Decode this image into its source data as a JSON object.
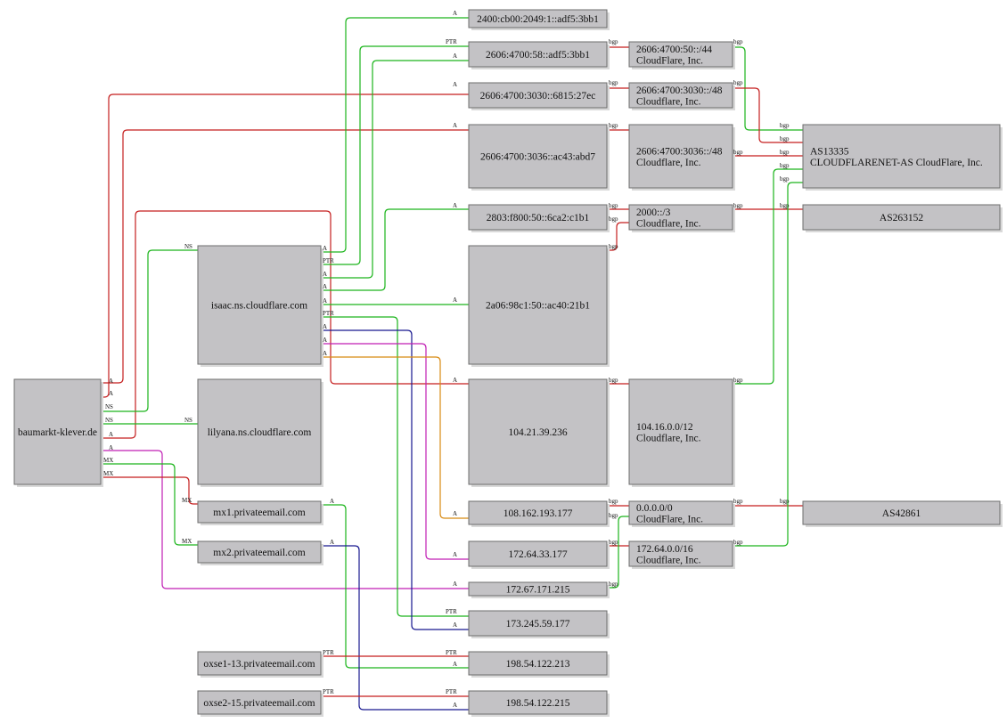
{
  "colors": {
    "A": "#1cb51c",
    "PTR": "#1cb51c",
    "NS": "#1cb51c",
    "MX": "#c51f1f",
    "bgp": "#c51f1f",
    "red": "#c51f1f",
    "green": "#1cb51c",
    "blue": "#17178f",
    "magenta": "#c01fb4",
    "orange": "#d88a12"
  },
  "nodes": [
    {
      "id": "baumarkt",
      "lines": [
        "baumarkt-klever.de"
      ]
    },
    {
      "id": "isaac",
      "lines": [
        "isaac.ns.cloudflare.com"
      ]
    },
    {
      "id": "lilyana",
      "lines": [
        "lilyana.ns.cloudflare.com"
      ]
    },
    {
      "id": "mx1",
      "lines": [
        "mx1.privateemail.com"
      ]
    },
    {
      "id": "mx2",
      "lines": [
        "mx2.privateemail.com"
      ]
    },
    {
      "id": "oxse1",
      "lines": [
        "oxse1-13.privateemail.com"
      ]
    },
    {
      "id": "oxse2",
      "lines": [
        "oxse2-15.privateemail.com"
      ]
    },
    {
      "id": "ip2400",
      "lines": [
        "2400:cb00:2049:1::adf5:3bb1"
      ]
    },
    {
      "id": "ip2606a",
      "lines": [
        "2606:4700:58::adf5:3bb1"
      ]
    },
    {
      "id": "ip2606b",
      "lines": [
        "2606:4700:3030::6815:27ec"
      ]
    },
    {
      "id": "ip2606c",
      "lines": [
        "2606:4700:3036::ac43:abd7"
      ]
    },
    {
      "id": "ip2803",
      "lines": [
        "2803:f800:50::6ca2:c1b1"
      ]
    },
    {
      "id": "ip2a06",
      "lines": [
        "2a06:98c1:50::ac40:21b1"
      ]
    },
    {
      "id": "ip104",
      "lines": [
        "104.21.39.236"
      ]
    },
    {
      "id": "ip108",
      "lines": [
        "108.162.193.177"
      ]
    },
    {
      "id": "ip172a",
      "lines": [
        "172.64.33.177"
      ]
    },
    {
      "id": "ip172b",
      "lines": [
        "172.67.171.215"
      ]
    },
    {
      "id": "ip173",
      "lines": [
        "173.245.59.177"
      ]
    },
    {
      "id": "ip198a",
      "lines": [
        "198.54.122.213"
      ]
    },
    {
      "id": "ip198b",
      "lines": [
        "198.54.122.215"
      ]
    },
    {
      "id": "net44",
      "lines": [
        "2606:4700:50::/44",
        "CloudFlare, Inc."
      ]
    },
    {
      "id": "net3030",
      "lines": [
        "2606:4700:3030::/48",
        "Cloudflare, Inc."
      ]
    },
    {
      "id": "net3036",
      "lines": [
        "2606:4700:3036::/48",
        "Cloudflare, Inc."
      ]
    },
    {
      "id": "net2000",
      "lines": [
        "2000::/3",
        "Cloudflare, Inc."
      ]
    },
    {
      "id": "net104",
      "lines": [
        "104.16.0.0/12",
        "Cloudflare, Inc."
      ]
    },
    {
      "id": "net0",
      "lines": [
        "0.0.0.0/0",
        "CloudFlare, Inc."
      ]
    },
    {
      "id": "net172",
      "lines": [
        "172.64.0.0/16",
        "Cloudflare, Inc."
      ]
    },
    {
      "id": "as13335",
      "lines": [
        "AS13335",
        "CLOUDFLARENET-AS CloudFlare, Inc."
      ]
    },
    {
      "id": "as263152",
      "lines": [
        "AS263152"
      ]
    },
    {
      "id": "as42861",
      "lines": [
        "AS42861"
      ]
    }
  ],
  "edge_labels": [
    "A",
    "PTR",
    "NS",
    "MX",
    "bgp"
  ]
}
